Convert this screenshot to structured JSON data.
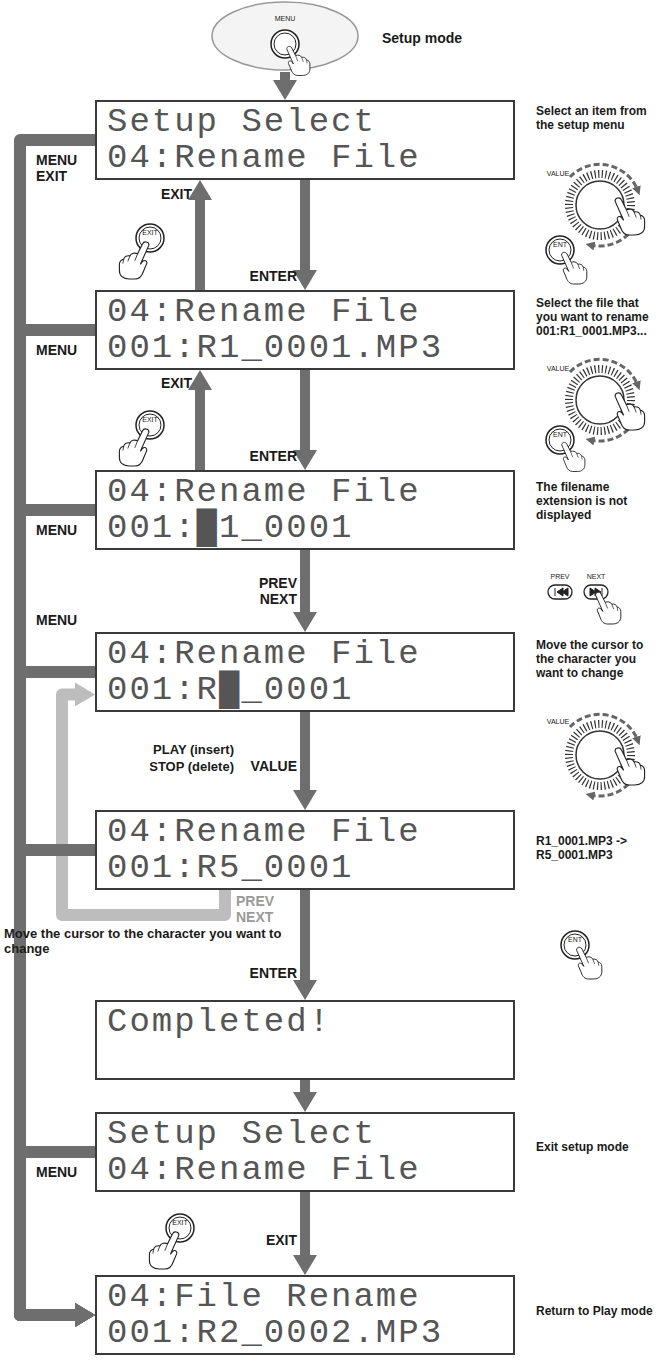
{
  "diagram": {
    "nodes": [
      {
        "text": [
          "MENU"
        ]
      },
      {
        "text": [
          "Setup Select",
          "04:Rename File"
        ]
      },
      {
        "text": [
          "04:Rename File",
          "001:R1_0001.MP3"
        ]
      },
      {
        "text": [
          "04:Rename File",
          "001:█1_0001"
        ]
      },
      {
        "text": [
          "04:Rename File",
          "001:R█_0001"
        ]
      },
      {
        "text": [
          "04:Rename File",
          "001:R5_0001"
        ]
      },
      {
        "text": [
          "Completed!"
        ]
      },
      {
        "text": [
          "Setup Select",
          "04:Rename File"
        ]
      },
      {
        "text": [
          "04:File Rename",
          "001:R2_0002.MP3"
        ]
      }
    ],
    "edges": [
      {
        "from": 0,
        "to": 1,
        "arrow": "to"
      },
      {
        "from": 1,
        "to": 2,
        "arrow": "to",
        "label": "ENTER"
      },
      {
        "from": 2,
        "to": 1,
        "arrow": "to",
        "label": "EXIT"
      },
      {
        "from": 2,
        "to": 3,
        "arrow": "to",
        "label": "ENTER"
      },
      {
        "from": 3,
        "to": 2,
        "arrow": "to",
        "label": "EXIT"
      },
      {
        "from": 3,
        "to": 4,
        "arrow": "to",
        "label": "PREV NEXT"
      },
      {
        "from": 4,
        "to": 5,
        "arrow": "to",
        "label": "VALUE"
      },
      {
        "from": 5,
        "to": 4,
        "arrow": "to",
        "label": "PREV NEXT"
      },
      {
        "from": 5,
        "to": 6,
        "arrow": "to",
        "label": "ENTER"
      },
      {
        "from": 6,
        "to": 7,
        "arrow": "to"
      },
      {
        "from": 7,
        "to": 8,
        "arrow": "to",
        "label": "EXIT"
      },
      {
        "from": 1,
        "to": 8,
        "arrow": "to",
        "label": "MENU EXIT"
      },
      {
        "from": 2,
        "to": 8,
        "arrow": "to",
        "label": "MENU"
      },
      {
        "from": 3,
        "to": 8,
        "arrow": "to",
        "label": "MENU"
      },
      {
        "from": 4,
        "to": 8,
        "arrow": "to",
        "label": "MENU"
      },
      {
        "from": 5,
        "to": 8,
        "arrow": "to"
      },
      {
        "from": 7,
        "to": 8,
        "arrow": "to",
        "label": "MENU"
      }
    ],
    "labels": [
      "Setup mode",
      "Select an item from the setup menu",
      "VALUE",
      "ENT",
      "EXIT",
      "Select the file that you want to rename 001:R1_0001.MP3...",
      "VALUE",
      "ENT",
      "EXIT",
      "The filename extension is not displayed",
      "PREV",
      "NEXT",
      "Move the cursor to the character you want to change",
      "PLAY (insert)",
      "STOP (delete)",
      "VALUE",
      "R1_0001.MP3 -> R5_0001.MP3",
      "Move the cursor to the character you want to change",
      "ENT",
      "Exit setup mode",
      "EXIT",
      "Return to Play mode"
    ]
  }
}
